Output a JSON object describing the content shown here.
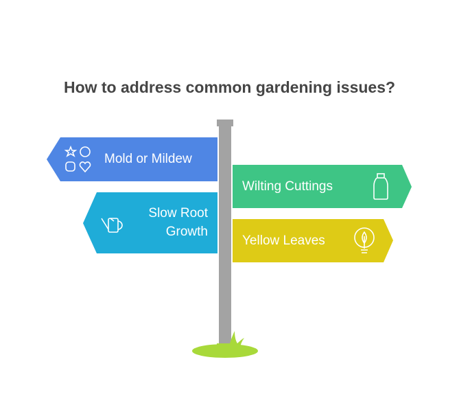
{
  "title": "How to address common gardening issues?",
  "signs": [
    {
      "label": "Mold or Mildew",
      "icon": "shapes-icon",
      "color": "#4F86E4"
    },
    {
      "label_line1": "Slow Root",
      "label_line2": "Growth",
      "icon": "watering-can-icon",
      "color": "#1FACD8"
    },
    {
      "label": "Wilting Cuttings",
      "icon": "bottle-icon",
      "color": "#3EC585"
    },
    {
      "label": "Yellow Leaves",
      "icon": "leaf-bulb-icon",
      "color": "#DECB16"
    }
  ],
  "colors": {
    "pole": "#A3A3A3",
    "grass": "#A8D93A",
    "title": "#454545"
  }
}
